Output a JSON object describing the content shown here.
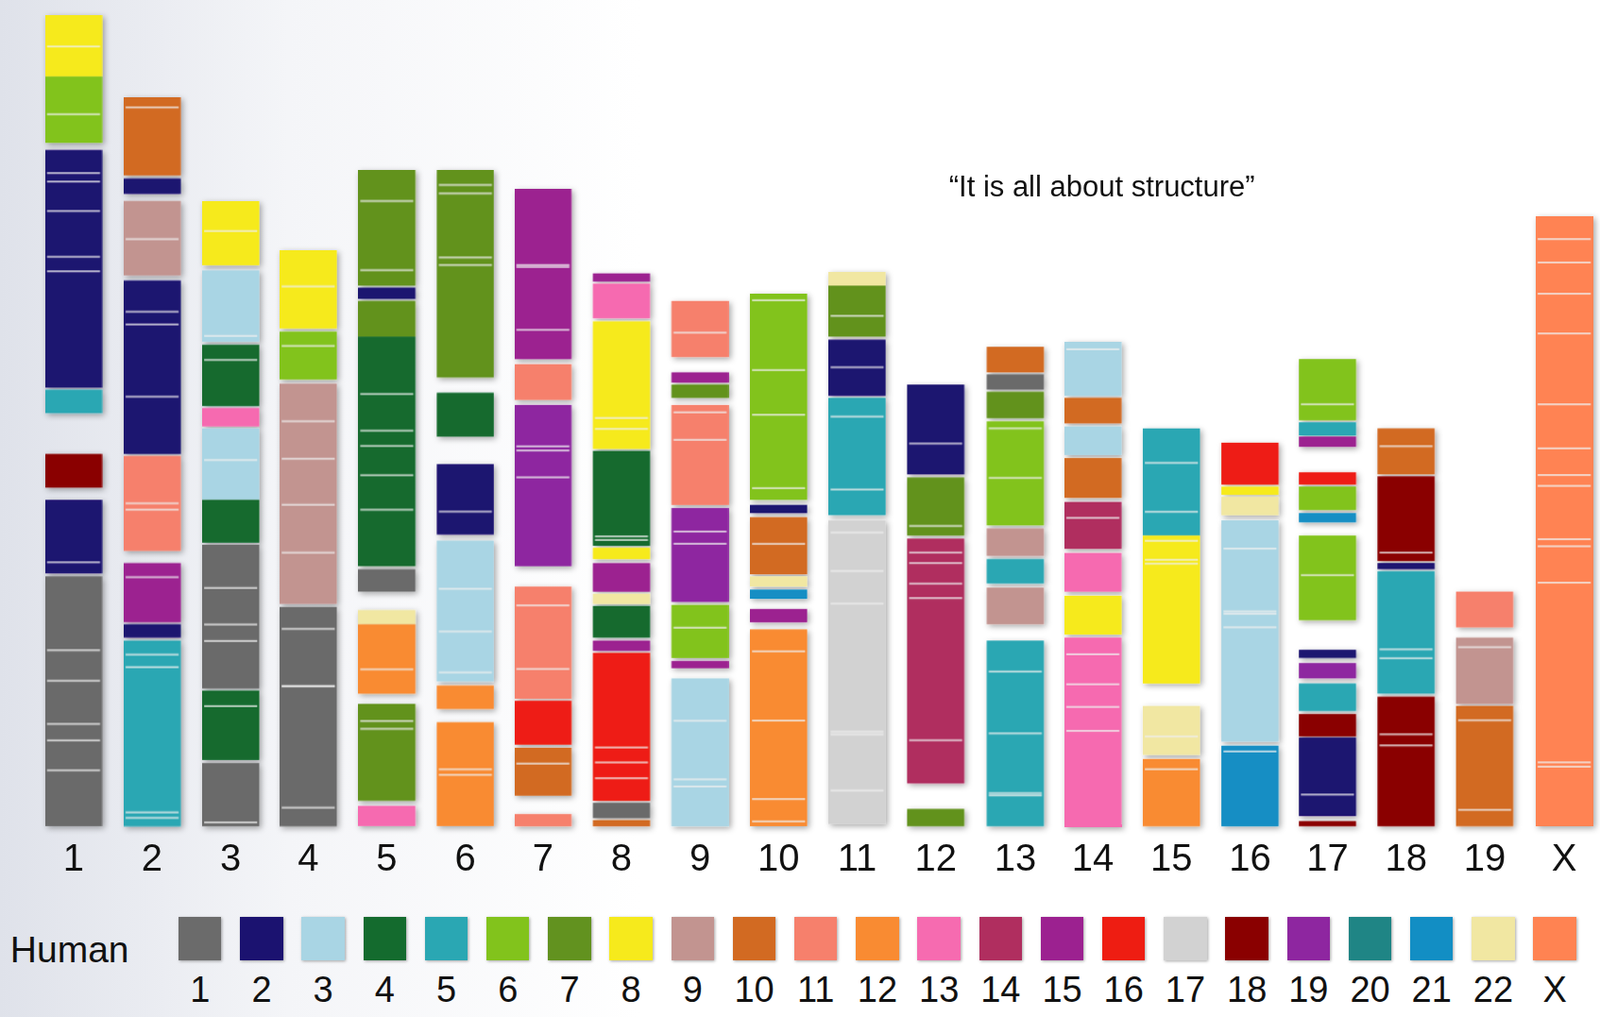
{
  "diagram": {
    "labels": [
      "“It is all about structure”",
      "1",
      "2",
      "3",
      "4",
      "5",
      "6",
      "7",
      "8",
      "9",
      "10",
      "11",
      "12",
      "13",
      "14",
      "15",
      "16",
      "17",
      "18",
      "19",
      "X",
      "Human"
    ],
    "legend": [
      {
        "text": "1",
        "color": "#6b6b6b"
      },
      {
        "text": "2",
        "color": "#1b1270"
      },
      {
        "text": "3",
        "color": "#a9d5e4"
      },
      {
        "text": "4",
        "color": "#146b2e"
      },
      {
        "text": "5",
        "color": "#2aa7b3"
      },
      {
        "text": "6",
        "color": "#82c31c"
      },
      {
        "text": "7",
        "color": "#62921f"
      },
      {
        "text": "8",
        "color": "#f6ea1c"
      },
      {
        "text": "9",
        "color": "#c29490"
      },
      {
        "text": "10",
        "color": "#d26a22"
      },
      {
        "text": "11",
        "color": "#f6806c"
      },
      {
        "text": "12",
        "color": "#f98b32"
      },
      {
        "text": "13",
        "color": "#f66bb0"
      },
      {
        "text": "14",
        "color": "#b02e5f"
      },
      {
        "text": "15",
        "color": "#9c2190"
      },
      {
        "text": "16",
        "color": "#ee1d12"
      },
      {
        "text": "17",
        "color": "#d2d2d2"
      },
      {
        "text": "18",
        "color": "#8a0000"
      },
      {
        "text": "19",
        "color": "#8e26a0"
      },
      {
        "text": "20",
        "color": "#1f8585"
      },
      {
        "text": "21",
        "color": "#128ec4"
      },
      {
        "text": "22",
        "color": "#f1e7a2"
      },
      {
        "text": "X",
        "color": "#ff8352"
      }
    ]
  }
}
